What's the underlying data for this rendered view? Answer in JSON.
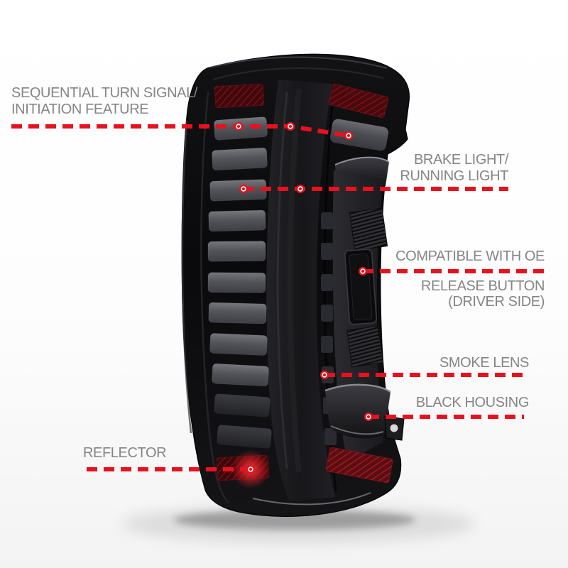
{
  "page": {
    "kind": "annotated product feature diagram",
    "product": "smoked LED tail light assembly"
  },
  "colors": {
    "callout_line_red": "#e8111e",
    "marker_outer_red": "#e8111e",
    "marker_ring_white": "#ffffff",
    "label_text_gray": "#858585",
    "background": "#ffffff",
    "housing_black": "#0c0c0e",
    "reflector_red": "#8c161c"
  },
  "icons": {
    "callout_marker": "red-dot-with-white-ring"
  },
  "callouts": {
    "turn_signal": {
      "line1": "SEQUENTIAL TURN SIGNAL/",
      "line2": "INITIATION FEATURE"
    },
    "brake_light": {
      "line1": "BRAKE LIGHT/",
      "line2": "RUNNING LIGHT"
    },
    "oe_release": {
      "line1": "COMPATIBLE WITH OE",
      "line2": "RELEASE BUTTON",
      "line3": "(DRIVER SIDE)"
    },
    "smoke_lens": {
      "line1": "SMOKE LENS"
    },
    "black_housing": {
      "line1": "BLACK HOUSING"
    },
    "reflector": {
      "line1": "REFLECTOR"
    }
  }
}
